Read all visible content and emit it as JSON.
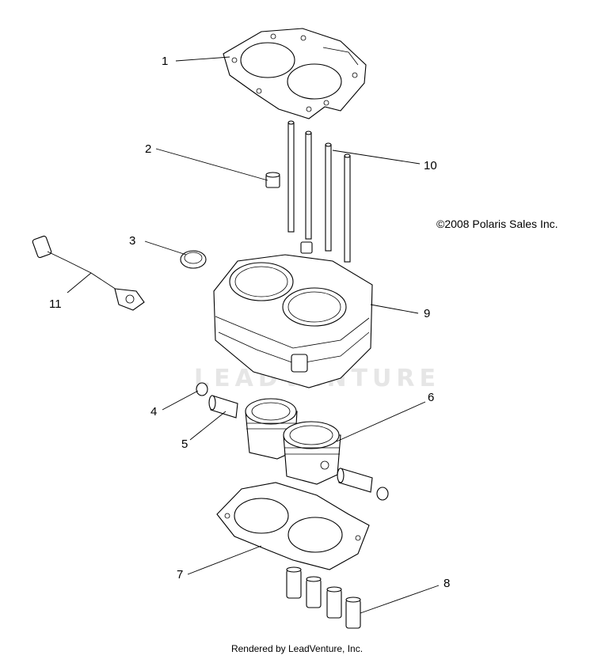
{
  "copyright": "©2008 Polaris Sales Inc.",
  "watermark": "LEADVENTURE",
  "footer": "Rendered by LeadVenture, Inc.",
  "callouts": [
    {
      "label": "1"
    },
    {
      "label": "2"
    },
    {
      "label": "3"
    },
    {
      "label": "4"
    },
    {
      "label": "5"
    },
    {
      "label": "6"
    },
    {
      "label": "7"
    },
    {
      "label": "8"
    },
    {
      "label": "9"
    },
    {
      "label": "10"
    },
    {
      "label": "11"
    }
  ]
}
